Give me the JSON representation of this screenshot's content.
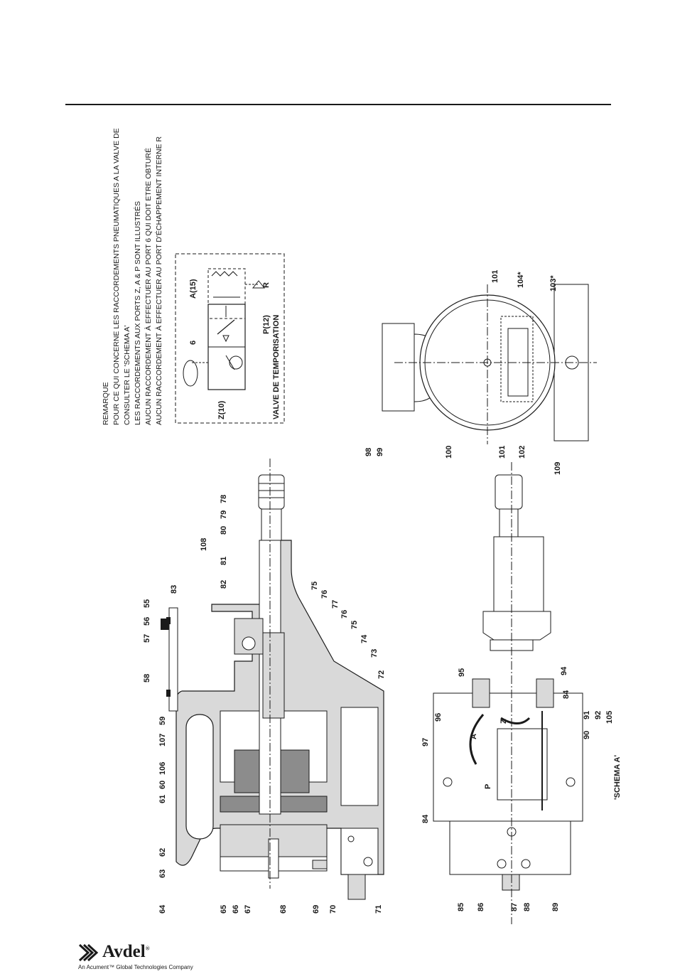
{
  "note": {
    "lines": [
      "REMARQUE",
      "POUR CE QUI CONCERNE LES RACCORDEMENTS PNEUMATIQUES A LA VALVE DE",
      "CONSULTER LE 'SCHEMA A'",
      "LES RACCORDEMENTS AUX PORTS Z, A & P SONT ILLUSTRÉS",
      "AUCUN RACCORDEMENT À EFFECTUER AU PORT 6 QUI DOIT ETRE OBTURÉ",
      "AUCUN RACCORDEMENT À EFFECTUER AU PORT D'ÉCHAPPEMENT INTERNE R"
    ]
  },
  "valve": {
    "title": "VALVE DE TEMPORISATION",
    "port_6": "6",
    "port_z": "Z(10)",
    "port_a": "A(15)",
    "port_p": "P(12)",
    "port_r": "R"
  },
  "schema_label": "'SCHEMA A'",
  "schema_ports": {
    "a": "A",
    "z": "Z",
    "p": "P"
  },
  "callouts": {
    "c55": "55",
    "c56": "56",
    "c57": "57",
    "c58": "58",
    "c83": "83",
    "c82": "82",
    "c81": "81",
    "c108": "108",
    "c80": "80",
    "c79": "79",
    "c78": "78",
    "c107": "107",
    "c59": "59",
    "c106": "106",
    "c60": "60",
    "c61": "61",
    "c62": "62",
    "c63": "63",
    "c64": "64",
    "c65": "65",
    "c66": "66",
    "c67": "67",
    "c68": "68",
    "c69": "69",
    "c70": "70",
    "c71": "71",
    "c75a": "75",
    "c76a": "76",
    "c77": "77",
    "c76b": "76",
    "c75b": "75",
    "c74": "74",
    "c73": "73",
    "c72": "72",
    "c97": "97",
    "c96": "96",
    "c95": "95",
    "c94": "94",
    "c84a": "84",
    "c84b": "84",
    "c91": "91",
    "c92": "92",
    "c105": "105",
    "c90": "90",
    "c85": "85",
    "c86": "86",
    "c87": "87",
    "c88": "88",
    "c89": "89",
    "c98": "98",
    "c99": "99",
    "c100": "100",
    "c101a": "101",
    "c102": "102",
    "c109": "109",
    "c101b": "101",
    "c104": "104*",
    "c103": "103*"
  },
  "logo": {
    "brand": "Avdel",
    "reg": "®",
    "tagline": "An Acument™ Global Technologies Company"
  },
  "colors": {
    "ink": "#1a1a1a",
    "fill_light": "#d9d9d9",
    "fill_mid": "#8c8c8c"
  }
}
